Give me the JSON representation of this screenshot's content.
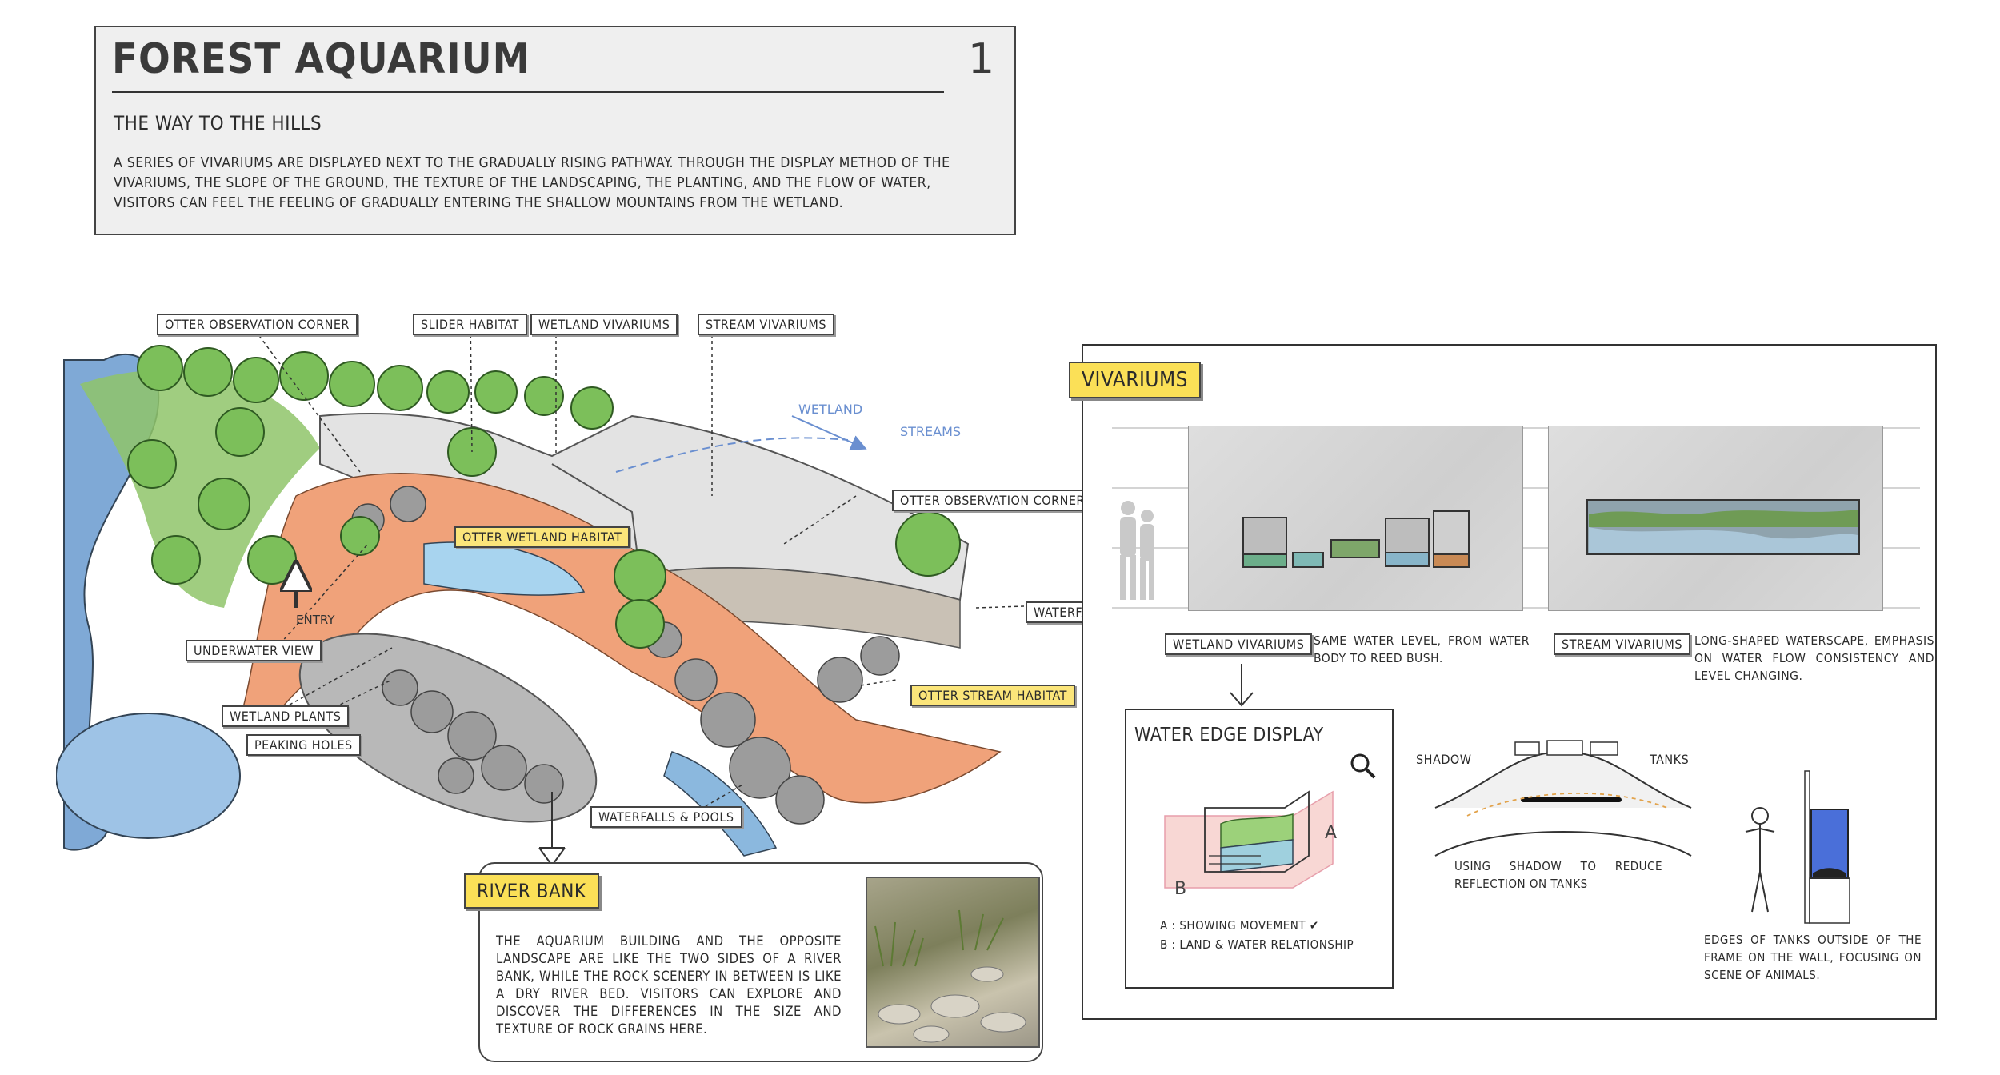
{
  "header": {
    "title": "FOREST AQUARIUM",
    "page_number": "1",
    "subtitle": "THE WAY TO THE HILLS",
    "intro": "A SERIES OF VIVARIUMS ARE DISPLAYED NEXT TO THE GRADUALLY RISING PATHWAY. THROUGH THE DISPLAY METHOD OF THE VIVARIUMS, THE SLOPE OF THE GROUND, THE TEXTURE OF THE LANDSCAPING, THE PLANTING, AND THE FLOW OF WATER, VISITORS CAN FEEL THE FEELING OF GRADUALLY ENTERING THE SHALLOW MOUNTAINS FROM THE WETLAND."
  },
  "site_plan": {
    "labels": {
      "otter_corner_top": "OTTER OBSERVATION CORNER",
      "slider_habitat": "SLIDER HABITAT",
      "wetland_vivariums": "WETLAND VIVARIUMS",
      "stream_vivariums": "STREAM VIVARIUMS",
      "otter_corner_right": "OTTER OBSERVATION CORNER",
      "otter_wetland_habitat": "OTTER WETLAND HABITAT",
      "waterfall": "WATERFALL",
      "otter_stream_habitat": "OTTER STREAM HABITAT",
      "underwater_view": "UNDERWATER VIEW",
      "wetland_plants": "WETLAND PLANTS",
      "peaking_holes": "PEAKING HOLES",
      "waterfalls_pools": "WATERFALLS & POOLS",
      "entry": "ENTRY",
      "wetland": "WETLAND",
      "streams": "STREAMS"
    }
  },
  "river_bank": {
    "title": "RIVER BANK",
    "text": "THE AQUARIUM BUILDING AND THE OPPOSITE LANDSCAPE ARE LIKE THE TWO SIDES OF A RIVER BANK, WHILE THE ROCK SCENERY IN BETWEEN IS LIKE A DRY RIVER BED. VISITORS CAN EXPLORE AND DISCOVER THE DIFFERENCES IN THE SIZE AND TEXTURE OF ROCK GRAINS HERE."
  },
  "vivariums": {
    "title": "VIVARIUMS",
    "wetland_label": "WETLAND VIVARIUMS",
    "wetland_caption": "SAME WATER LEVEL, FROM WATER BODY TO REED BUSH.",
    "stream_label": "STREAM VIVARIUMS",
    "stream_caption": "LONG-SHAPED WATERSCAPE, EMPHASIS ON WATER FLOW CONSISTENCY AND LEVEL CHANGING.",
    "water_edge": {
      "title": "WATER EDGE DISPLAY",
      "label_a": "A",
      "label_b": "B",
      "note_a": "A : SHOWING MOVEMENT ✔",
      "note_b": "B : LAND & WATER RELATIONSHIP"
    },
    "shadow": {
      "shadow_label": "SHADOW",
      "tanks_label": "TANKS",
      "caption": "USING SHADOW TO REDUCE REFLECTION ON TANKS"
    },
    "edges_caption": "EDGES OF TANKS OUTSIDE OF THE FRAME ON THE WALL, FOCUSING ON SCENE OF ANIMALS."
  },
  "colors": {
    "highlight_yellow": "#fbe057",
    "path_orange": "#f0a27a",
    "water_blue": "#7fa9d6",
    "tree_green": "#7cbf5a"
  }
}
